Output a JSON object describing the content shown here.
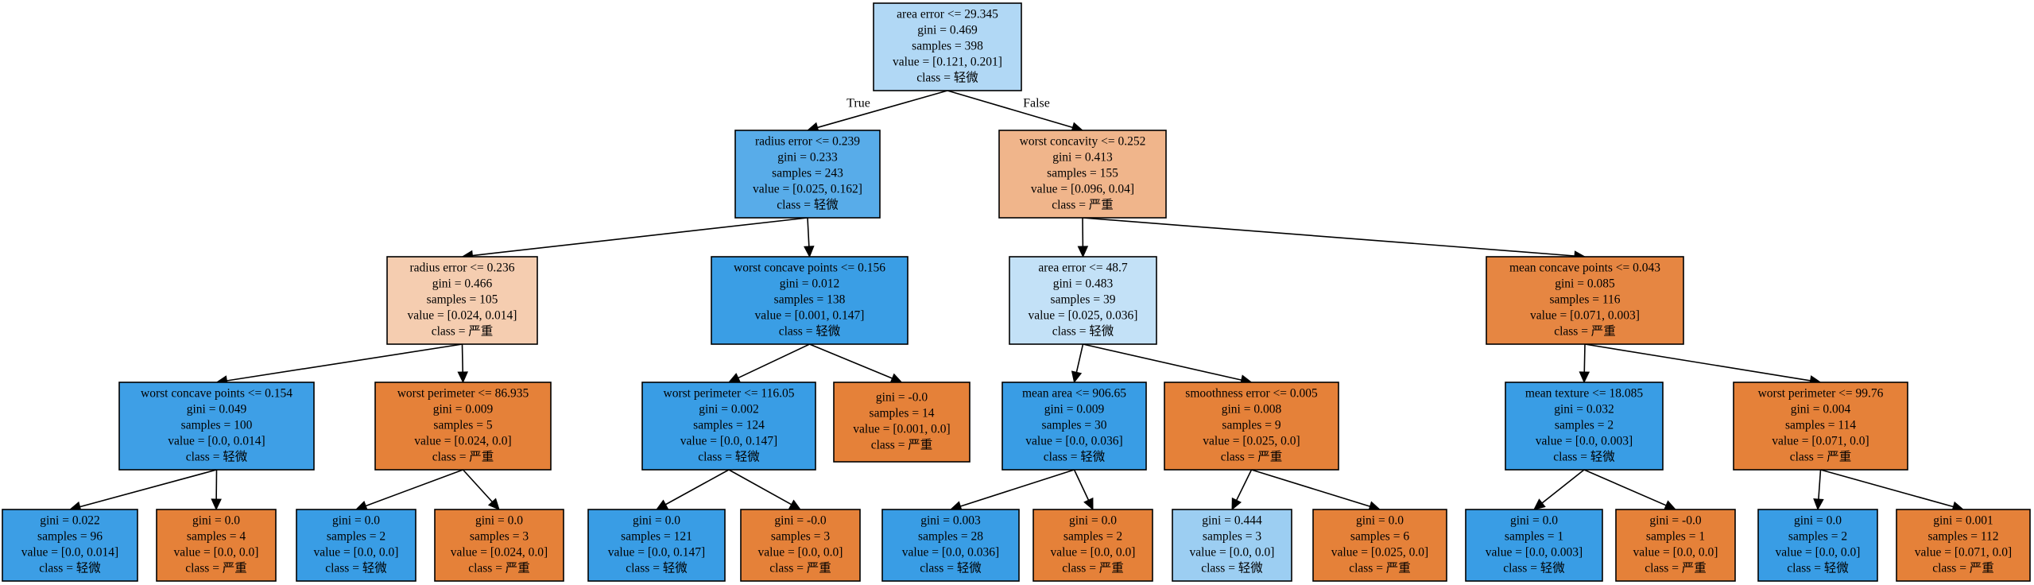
{
  "tree": {
    "nodes": [
      {
        "id": 0,
        "lines": [
          "area error <= 29.345",
          "gini = 0.469",
          "samples = 398",
          "value = [0.121, 0.201]",
          "class = 轻微"
        ],
        "fill": "#b1d8f5"
      },
      {
        "id": 1,
        "lines": [
          "radius error <= 0.239",
          "gini = 0.233",
          "samples = 243",
          "value = [0.025, 0.162]",
          "class = 轻微"
        ],
        "fill": "#58ace9"
      },
      {
        "id": 2,
        "lines": [
          "worst concavity <= 0.252",
          "gini = 0.413",
          "samples = 155",
          "value = [0.096, 0.04]",
          "class = 严重"
        ],
        "fill": "#f0b58b"
      },
      {
        "id": 3,
        "lines": [
          "radius error <= 0.236",
          "gini = 0.466",
          "samples = 105",
          "value = [0.024, 0.014]",
          "class = 严重"
        ],
        "fill": "#f5cdb0"
      },
      {
        "id": 4,
        "lines": [
          "worst concave points <= 0.156",
          "gini = 0.012",
          "samples = 138",
          "value = [0.001, 0.147]",
          "class = 轻微"
        ],
        "fill": "#3a9ee5"
      },
      {
        "id": 5,
        "lines": [
          "area error <= 48.7",
          "gini = 0.483",
          "samples = 39",
          "value = [0.025, 0.036]",
          "class = 轻微"
        ],
        "fill": "#c3e1f7"
      },
      {
        "id": 6,
        "lines": [
          "mean concave points <= 0.043",
          "gini = 0.085",
          "samples = 116",
          "value = [0.071, 0.003]",
          "class = 严重"
        ],
        "fill": "#e68642"
      },
      {
        "id": 7,
        "lines": [
          "worst concave points <= 0.154",
          "gini = 0.049",
          "samples = 100",
          "value = [0.0, 0.014]",
          "class = 轻微"
        ],
        "fill": "#3e9fe6"
      },
      {
        "id": 8,
        "lines": [
          "worst perimeter <= 86.935",
          "gini = 0.009",
          "samples = 5",
          "value = [0.024, 0.0]",
          "class = 严重"
        ],
        "fill": "#e58139"
      },
      {
        "id": 9,
        "lines": [
          "worst perimeter <= 116.05",
          "gini = 0.002",
          "samples = 124",
          "value = [0.0, 0.147]",
          "class = 轻微"
        ],
        "fill": "#399de5"
      },
      {
        "id": 10,
        "lines": [
          "gini = -0.0",
          "samples = 14",
          "value = [0.001, 0.0]",
          "class = 严重"
        ],
        "fill": "#e58139"
      },
      {
        "id": 11,
        "lines": [
          "mean area <= 906.65",
          "gini = 0.009",
          "samples = 30",
          "value = [0.0, 0.036]",
          "class = 轻微"
        ],
        "fill": "#399de5"
      },
      {
        "id": 12,
        "lines": [
          "smoothness error <= 0.005",
          "gini = 0.008",
          "samples = 9",
          "value = [0.025, 0.0]",
          "class = 严重"
        ],
        "fill": "#e58139"
      },
      {
        "id": 13,
        "lines": [
          "mean texture <= 18.085",
          "gini = 0.032",
          "samples = 2",
          "value = [0.0, 0.003]",
          "class = 轻微"
        ],
        "fill": "#399de5"
      },
      {
        "id": 14,
        "lines": [
          "worst perimeter <= 99.76",
          "gini = 0.004",
          "samples = 114",
          "value = [0.071, 0.0]",
          "class = 严重"
        ],
        "fill": "#e58139"
      },
      {
        "id": 15,
        "lines": [
          "gini = 0.022",
          "samples = 96",
          "value = [0.0, 0.014]",
          "class = 轻微"
        ],
        "fill": "#3c9ee5"
      },
      {
        "id": 16,
        "lines": [
          "gini = 0.0",
          "samples = 4",
          "value = [0.0, 0.0]",
          "class = 严重"
        ],
        "fill": "#e58139"
      },
      {
        "id": 17,
        "lines": [
          "gini = 0.0",
          "samples = 2",
          "value = [0.0, 0.0]",
          "class = 轻微"
        ],
        "fill": "#399de5"
      },
      {
        "id": 18,
        "lines": [
          "gini = 0.0",
          "samples = 3",
          "value = [0.024, 0.0]",
          "class = 严重"
        ],
        "fill": "#e58139"
      },
      {
        "id": 19,
        "lines": [
          "gini = 0.0",
          "samples = 121",
          "value = [0.0, 0.147]",
          "class = 轻微"
        ],
        "fill": "#399de5"
      },
      {
        "id": 20,
        "lines": [
          "gini = -0.0",
          "samples = 3",
          "value = [0.0, 0.0]",
          "class = 严重"
        ],
        "fill": "#e58139"
      },
      {
        "id": 21,
        "lines": [
          "gini = 0.003",
          "samples = 28",
          "value = [0.0, 0.036]",
          "class = 轻微"
        ],
        "fill": "#399de5"
      },
      {
        "id": 22,
        "lines": [
          "gini = 0.0",
          "samples = 2",
          "value = [0.0, 0.0]",
          "class = 严重"
        ],
        "fill": "#e58139"
      },
      {
        "id": 23,
        "lines": [
          "gini = 0.444",
          "samples = 3",
          "value = [0.0, 0.0]",
          "class = 轻微"
        ],
        "fill": "#9ccef2"
      },
      {
        "id": 24,
        "lines": [
          "gini = 0.0",
          "samples = 6",
          "value = [0.025, 0.0]",
          "class = 严重"
        ],
        "fill": "#e58139"
      },
      {
        "id": 25,
        "lines": [
          "gini = 0.0",
          "samples = 1",
          "value = [0.0, 0.003]",
          "class = 轻微"
        ],
        "fill": "#399de5"
      },
      {
        "id": 26,
        "lines": [
          "gini = -0.0",
          "samples = 1",
          "value = [0.0, 0.0]",
          "class = 严重"
        ],
        "fill": "#e58139"
      },
      {
        "id": 27,
        "lines": [
          "gini = 0.0",
          "samples = 2",
          "value = [0.0, 0.0]",
          "class = 轻微"
        ],
        "fill": "#399de5"
      },
      {
        "id": 28,
        "lines": [
          "gini = 0.001",
          "samples = 112",
          "value = [0.071, 0.0]",
          "class = 严重"
        ],
        "fill": "#e58139"
      }
    ],
    "edges": [
      {
        "from": 0,
        "to": 1,
        "label": "True"
      },
      {
        "from": 0,
        "to": 2,
        "label": "False"
      },
      {
        "from": 1,
        "to": 3,
        "label": ""
      },
      {
        "from": 1,
        "to": 4,
        "label": ""
      },
      {
        "from": 2,
        "to": 5,
        "label": ""
      },
      {
        "from": 2,
        "to": 6,
        "label": ""
      },
      {
        "from": 3,
        "to": 7,
        "label": ""
      },
      {
        "from": 3,
        "to": 8,
        "label": ""
      },
      {
        "from": 4,
        "to": 9,
        "label": ""
      },
      {
        "from": 4,
        "to": 10,
        "label": ""
      },
      {
        "from": 5,
        "to": 11,
        "label": ""
      },
      {
        "from": 5,
        "to": 12,
        "label": ""
      },
      {
        "from": 6,
        "to": 13,
        "label": ""
      },
      {
        "from": 6,
        "to": 14,
        "label": ""
      },
      {
        "from": 7,
        "to": 15,
        "label": ""
      },
      {
        "from": 7,
        "to": 16,
        "label": ""
      },
      {
        "from": 8,
        "to": 17,
        "label": ""
      },
      {
        "from": 8,
        "to": 18,
        "label": ""
      },
      {
        "from": 9,
        "to": 19,
        "label": ""
      },
      {
        "from": 9,
        "to": 20,
        "label": ""
      },
      {
        "from": 11,
        "to": 21,
        "label": ""
      },
      {
        "from": 11,
        "to": 22,
        "label": ""
      },
      {
        "from": 12,
        "to": 23,
        "label": ""
      },
      {
        "from": 12,
        "to": 24,
        "label": ""
      },
      {
        "from": 13,
        "to": 25,
        "label": ""
      },
      {
        "from": 13,
        "to": 26,
        "label": ""
      },
      {
        "from": 14,
        "to": 27,
        "label": ""
      },
      {
        "from": 14,
        "to": 28,
        "label": ""
      }
    ]
  }
}
